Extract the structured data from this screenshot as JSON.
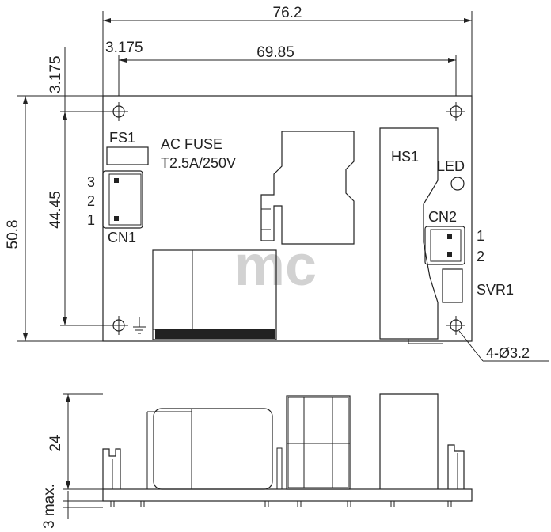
{
  "top_view": {
    "dimensions": {
      "overall_width": "76.2",
      "hole_offset_x": "3.175",
      "hole_spacing_x": "69.85",
      "hole_offset_y": "3.175",
      "overall_height": "50.8",
      "hole_spacing_y": "44.45"
    },
    "labels": {
      "fuse_ref": "FS1",
      "fuse_title": "AC FUSE",
      "fuse_rating": "T2.5A/250V",
      "cn1_pins": [
        "3",
        "2",
        "1"
      ],
      "cn1": "CN1",
      "heatsink": "HS1",
      "led": "LED",
      "cn2": "CN2",
      "cn2_pins": [
        "1",
        "2"
      ],
      "svr1": "SVR1",
      "mount_holes": "4-Ø3.2"
    }
  },
  "side_view": {
    "dimensions": {
      "height": "24",
      "pin_length": "3 max."
    }
  },
  "watermark": "mc"
}
